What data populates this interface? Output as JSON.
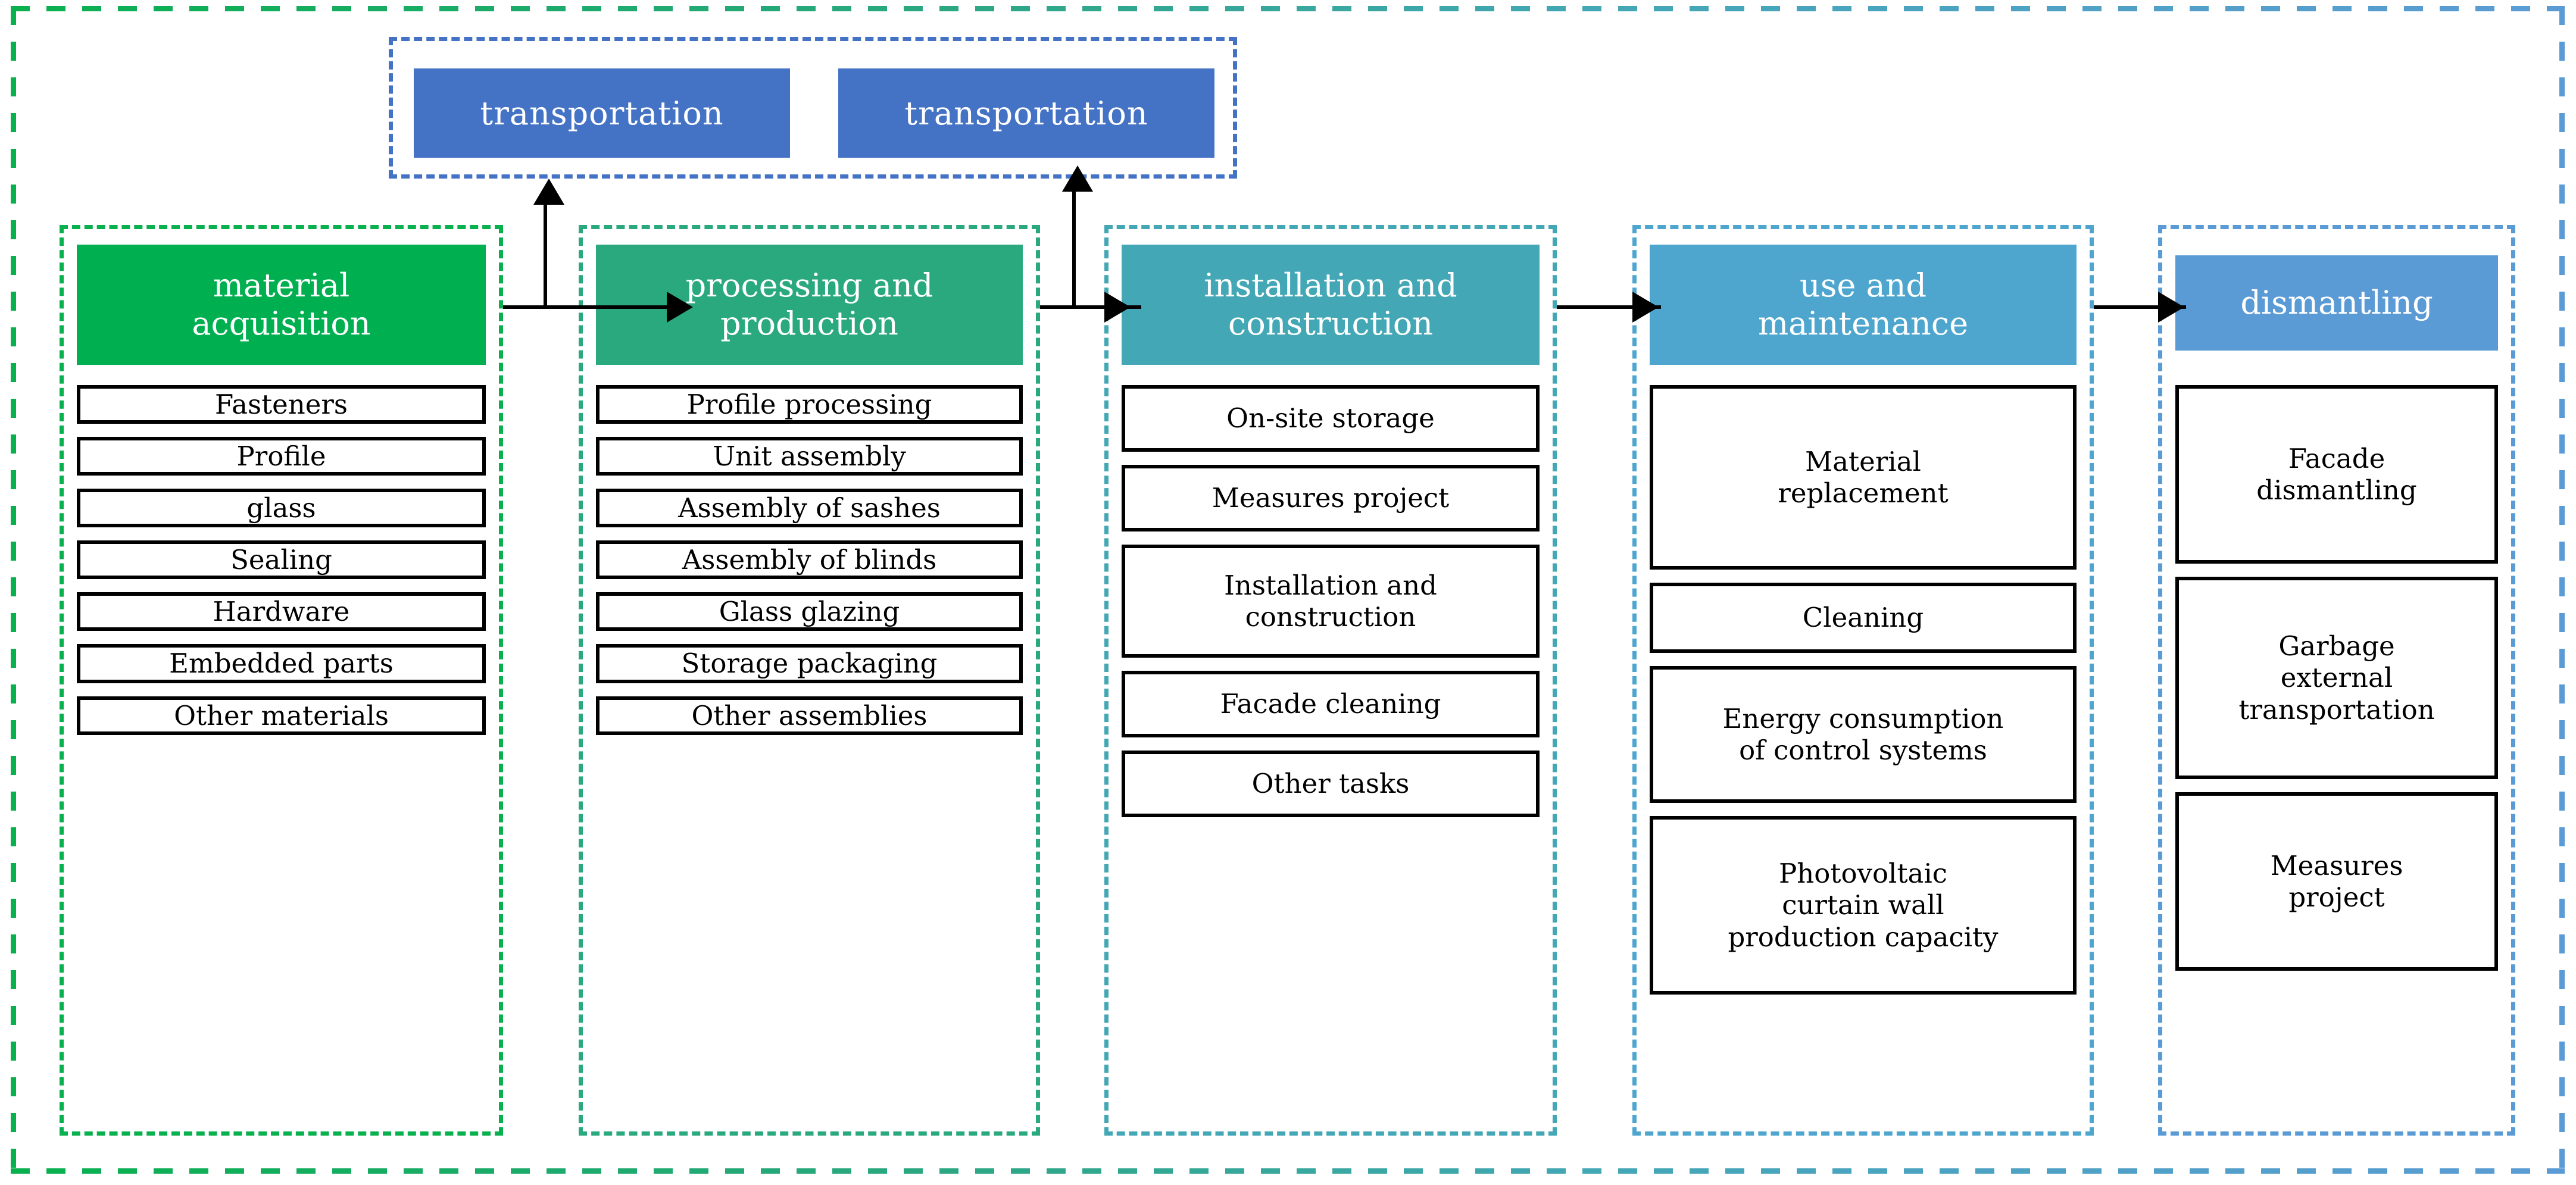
{
  "diagram": {
    "title": "Curtain wall life cycle stages flow diagram",
    "colors": {
      "frame_gradient_start": "#09b04e",
      "frame_gradient_end": "#5b9bd5",
      "transport_box": "#4472c4",
      "transport_group_border": "#4472c4",
      "stage_1": "#00b050",
      "stage_2": "#2aa97f",
      "stage_3": "#43a7b5",
      "stage_4": "#4ea6cf",
      "stage_5": "#5b9bd5",
      "item_border": "#000000",
      "connector": "#000000"
    }
  },
  "transport": {
    "boxes": [
      {
        "label": "transportation"
      },
      {
        "label": "transportation"
      }
    ]
  },
  "stages": [
    {
      "id": "material-acquisition",
      "header": "material\nacquisition",
      "color": "#00b050",
      "items": [
        {
          "label": "Fasteners"
        },
        {
          "label": "Profile"
        },
        {
          "label": "glass"
        },
        {
          "label": "Sealing"
        },
        {
          "label": "Hardware"
        },
        {
          "label": "Embedded parts"
        },
        {
          "label": "Other materials"
        }
      ]
    },
    {
      "id": "processing-and-production",
      "header": "processing and\nproduction",
      "color": "#2aa97f",
      "items": [
        {
          "label": "Profile processing"
        },
        {
          "label": "Unit assembly"
        },
        {
          "label": "Assembly of sashes"
        },
        {
          "label": "Assembly of blinds"
        },
        {
          "label": "Glass glazing"
        },
        {
          "label": "Storage packaging"
        },
        {
          "label": "Other assemblies"
        }
      ]
    },
    {
      "id": "installation-and-construction",
      "header": "installation and\nconstruction",
      "color": "#43a7b5",
      "items": [
        {
          "label": "On-site storage"
        },
        {
          "label": "Measures project"
        },
        {
          "label": "Installation and\nconstruction"
        },
        {
          "label": "Facade cleaning"
        },
        {
          "label": "Other tasks"
        }
      ]
    },
    {
      "id": "use-and-maintenance",
      "header": "use and\nmaintenance",
      "color": "#4ea6cf",
      "items": [
        {
          "label": "Material\nreplacement"
        },
        {
          "label": "Cleaning"
        },
        {
          "label": "Energy consumption\nof control systems"
        },
        {
          "label": "Photovoltaic\ncurtain wall\nproduction capacity"
        }
      ]
    },
    {
      "id": "dismantling",
      "header": "dismantling",
      "color": "#5b9bd5",
      "items": [
        {
          "label": "Facade\ndismantling"
        },
        {
          "label": "Garbage\nexternal\ntransportation"
        },
        {
          "label": "Measures\nproject"
        }
      ]
    }
  ]
}
